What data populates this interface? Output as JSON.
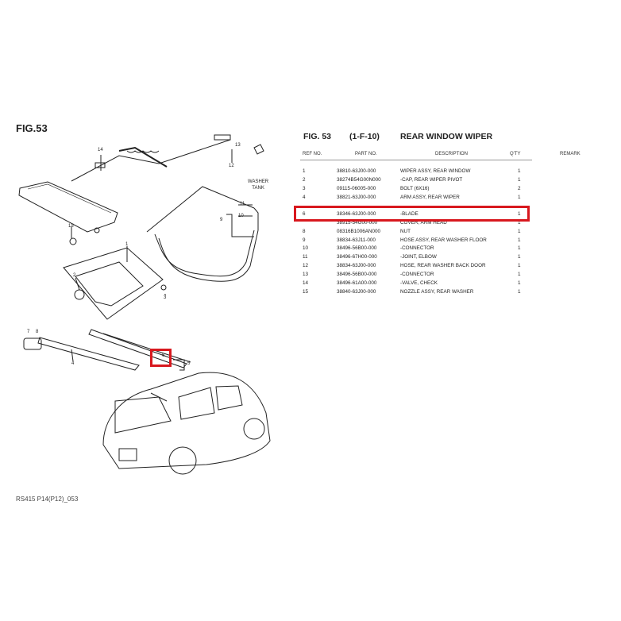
{
  "figure_heading": "FIG.53",
  "footer_code": "RS415 P14(P12)_053",
  "table_title": {
    "fig": "FIG. 53",
    "section": "(1-F-10)",
    "name": "REAR WINDOW WIPER"
  },
  "columns": {
    "ref": "REF NO.",
    "part": "PART NO.",
    "desc": "DESCRIPTION",
    "qty": "Q'TY",
    "remark": "REMARK"
  },
  "rows": [
    {
      "ref": "1",
      "part": "38810-63J00-000",
      "desc": "WIPER ASSY, REAR WINDOW",
      "qty": "1"
    },
    {
      "ref": "2",
      "part": "38274B54G00N000",
      "desc": "-CAP, REAR WIPER PIVOT",
      "qty": "1"
    },
    {
      "ref": "3",
      "part": "09115-06005-000",
      "desc": "BOLT (6X16)",
      "qty": "2"
    },
    {
      "ref": "4",
      "part": "38821-63J00-000",
      "desc": "ARM ASSY, REAR WIPER",
      "qty": "1"
    },
    {
      "ref": "6",
      "part": "38346-63J00-000",
      "desc": "-BLADE",
      "qty": "1"
    },
    {
      "ref": "",
      "part": "38915-54G00-000",
      "desc": "COVER, ARM HEAD",
      "qty": "1"
    },
    {
      "ref": "8",
      "part": "08316B1006AN000",
      "desc": "NUT",
      "qty": "1"
    },
    {
      "ref": "9",
      "part": "38834-63J11-000",
      "desc": "HOSE ASSY, REAR WASHER FLOOR",
      "qty": "1"
    },
    {
      "ref": "10",
      "part": "38496-56B00-000",
      "desc": "-CONNECTOR",
      "qty": "1"
    },
    {
      "ref": "11",
      "part": "38496-67H00-000",
      "desc": "-JOINT, ELBOW",
      "qty": "1"
    },
    {
      "ref": "12",
      "part": "38834-63J00-000",
      "desc": "HOSE, REAR WASHER BACK DOOR",
      "qty": "1"
    },
    {
      "ref": "13",
      "part": "38496-56B00-000",
      "desc": "-CONNECTOR",
      "qty": "1"
    },
    {
      "ref": "14",
      "part": "38496-61A00-000",
      "desc": "-VALVE, CHECK",
      "qty": "1"
    },
    {
      "ref": "15",
      "part": "38840-63J00-000",
      "desc": "NOZZLE ASSY, REAR WASHER",
      "qty": "1"
    }
  ],
  "diagram": {
    "washer_tank_line1": "WASHER",
    "washer_tank_line2": "TANK",
    "labels": {
      "l1": "1",
      "l2": "2",
      "l3": "3",
      "l4": "4",
      "l5": "5",
      "l6": "6",
      "l7": "7",
      "l8": "8",
      "l9": "9",
      "l10": "10",
      "l11": "11",
      "l12": "12",
      "l13": "13",
      "l14": "14",
      "l15": "15"
    }
  },
  "colors": {
    "highlight": "#d8181e",
    "line": "#222222"
  }
}
